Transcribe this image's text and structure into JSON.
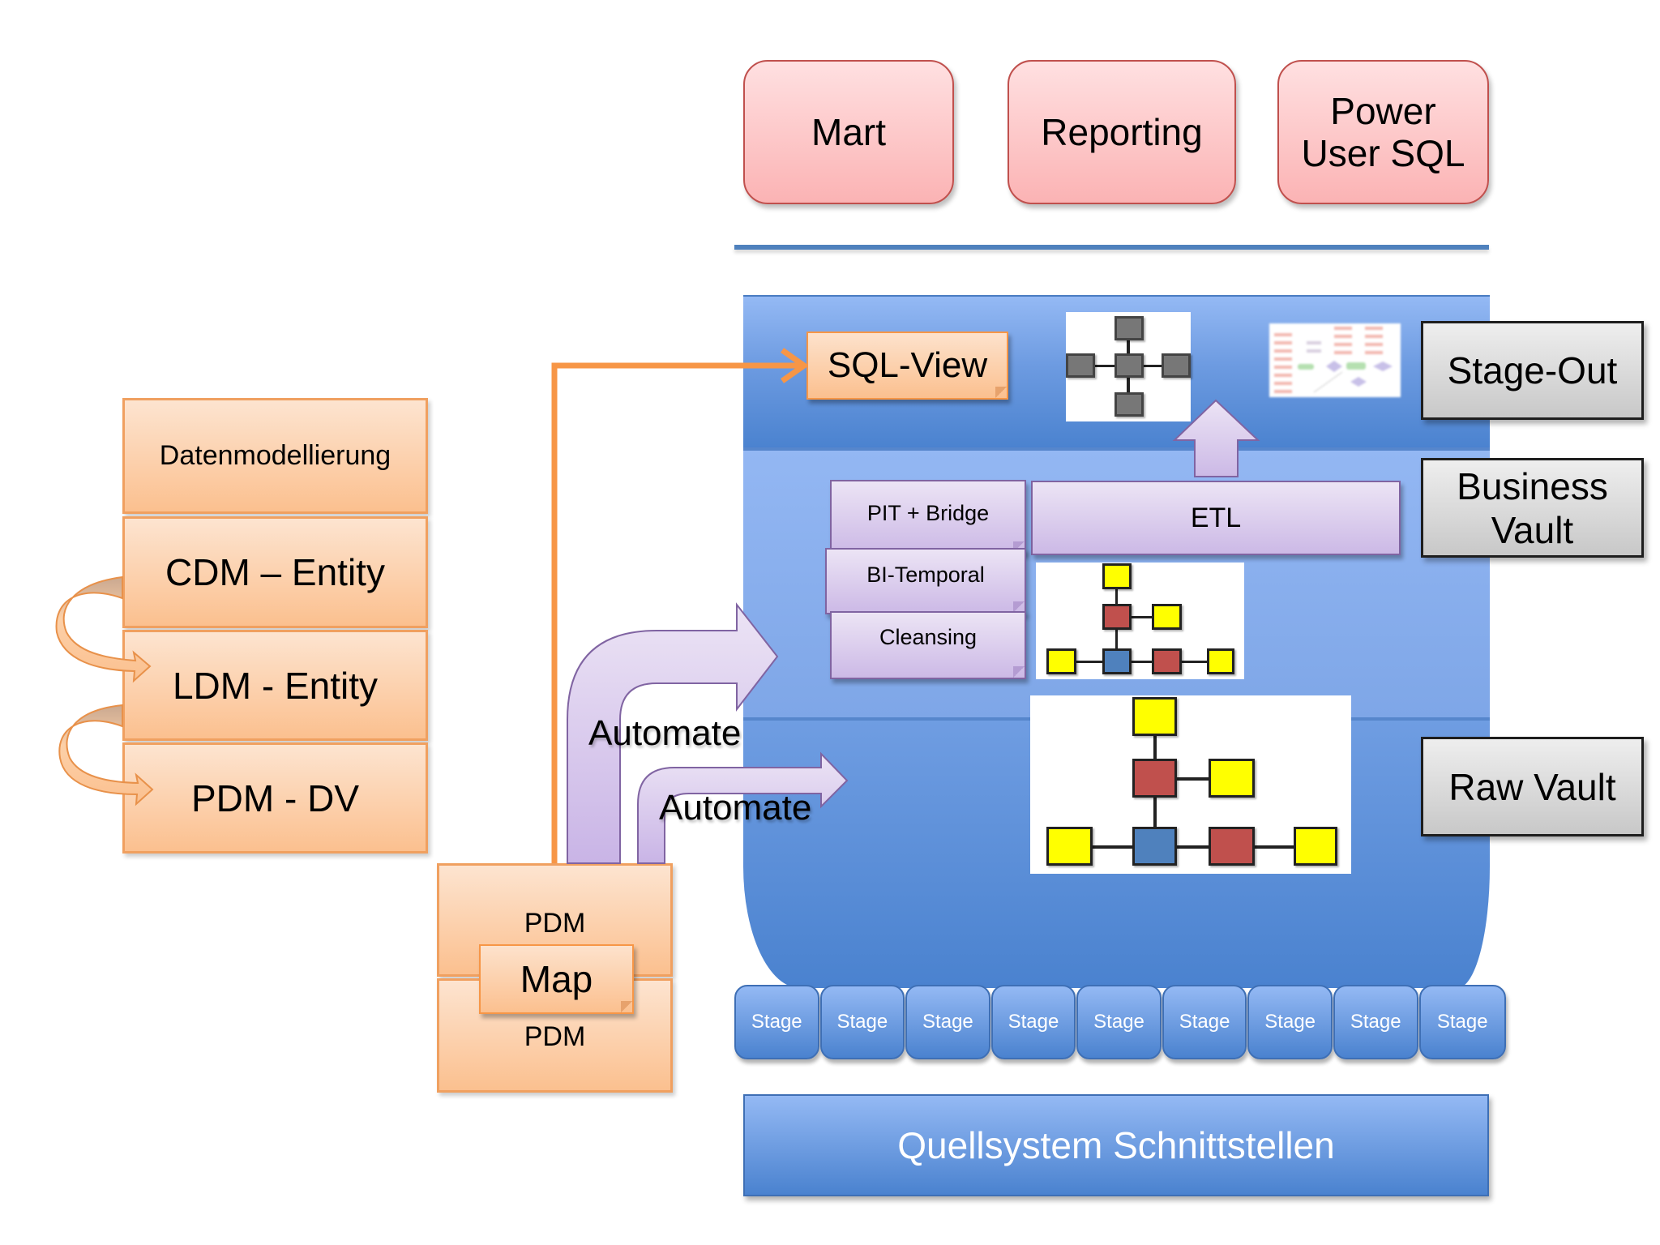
{
  "consumers": {
    "mart": "Mart",
    "reporting": "Reporting",
    "power_user_sql": "Power\nUser SQL"
  },
  "layers": {
    "stage_out": "Stage-Out",
    "business_vault": "Business\nVault",
    "raw_vault": "Raw Vault"
  },
  "stage_out_layer": {
    "sql_view": "SQL-View"
  },
  "business_vault_layer": {
    "pit_bridge": "PIT + Bridge",
    "bi_temporal": "BI-Temporal",
    "cleansing": "Cleansing",
    "etl": "ETL"
  },
  "automate_arrows": [
    "Automate",
    "Automate"
  ],
  "stages": [
    "Stage",
    "Stage",
    "Stage",
    "Stage",
    "Stage",
    "Stage",
    "Stage",
    "Stage",
    "Stage"
  ],
  "source_systems": "Quellsystem Schnittstellen",
  "modeling_stack": {
    "title": "Datenmodellierung",
    "items": [
      "CDM – Entity",
      "LDM - Entity",
      "PDM - DV"
    ]
  },
  "mapping": {
    "top": "PDM",
    "map": "Map",
    "bottom": "PDM"
  },
  "colors": {
    "consumer_fill": "#fbb3b4",
    "consumer_border": "#c0504d",
    "vault_blue": "#4a82cf",
    "orange": "#f79646",
    "purple": "#ccb9e6",
    "hub_blue": "#4f81bd",
    "link_red": "#c0504d",
    "satellite_yellow": "#ffff00"
  }
}
